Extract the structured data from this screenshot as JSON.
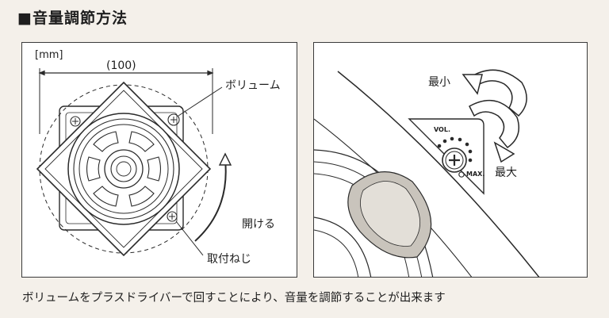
{
  "title": "■音量調節方法",
  "left_panel": {
    "unit": "[mm]",
    "dimension": "(100)",
    "volume_label": "ボリューム",
    "open_label": "開ける",
    "screw_label": "取付ねじ"
  },
  "right_panel": {
    "min_label": "最小",
    "max_label": "最大",
    "vol_mark": "VOL.",
    "max_mark": "MAX."
  },
  "caption": "ボリュームをプラスドライバーで回すことにより、音量を調節することが出来ます"
}
